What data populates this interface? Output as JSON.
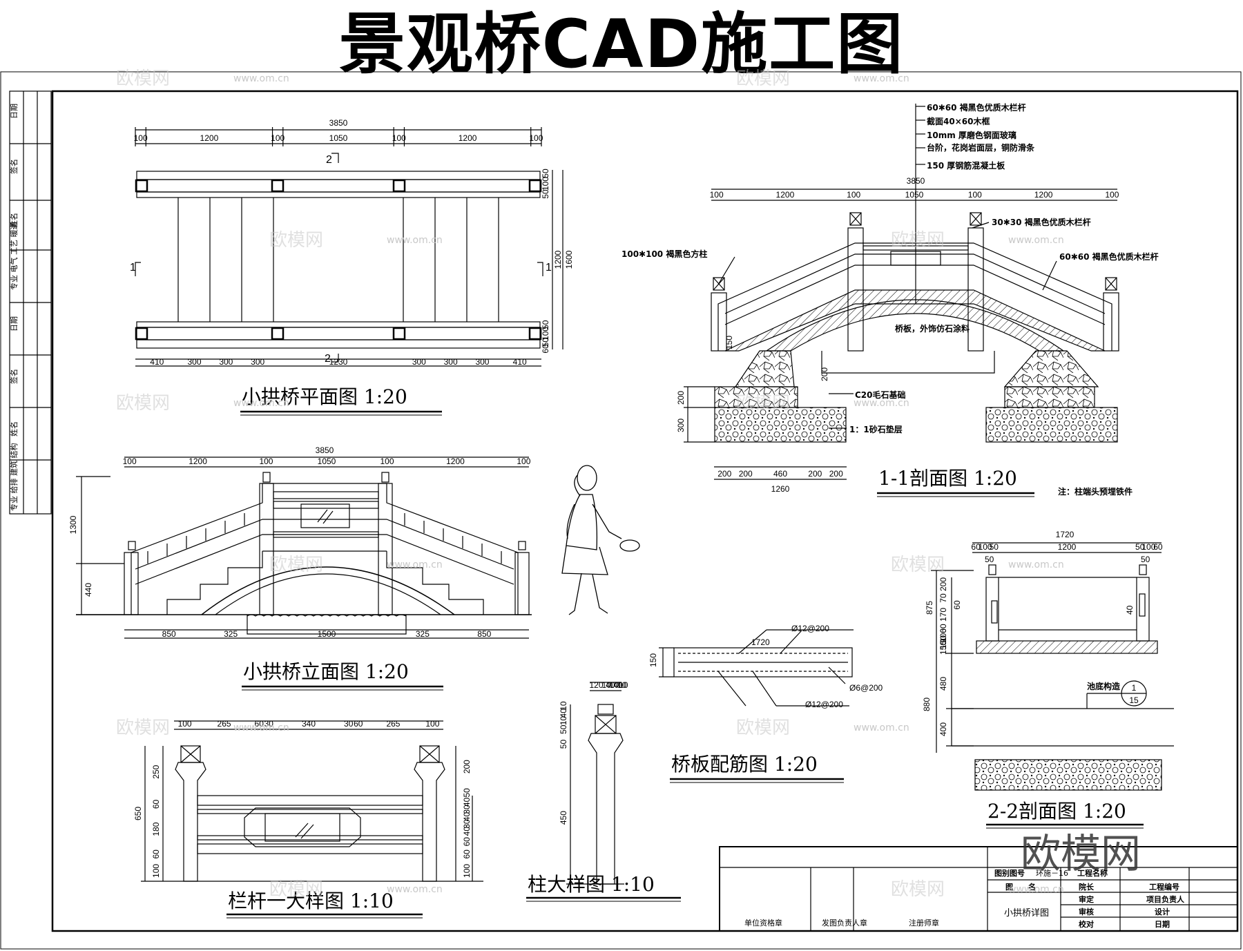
{
  "title": "景观桥CAD施工图",
  "drawings": {
    "plan": {
      "title": "小拱桥平面图 1:20",
      "total": "3850",
      "top_dims": [
        "100",
        "1200",
        "100",
        "1050",
        "100",
        "1200",
        "100"
      ],
      "bottom_dims": [
        "410",
        "300",
        "300",
        "300",
        "1230",
        "300",
        "300",
        "300",
        "410"
      ],
      "right_dims": [
        "50",
        "100",
        "50",
        "1200",
        "1600",
        "50",
        "100",
        "50",
        "60"
      ],
      "section_marks": [
        "2",
        "2",
        "1",
        "1"
      ]
    },
    "elevation": {
      "title": "小拱桥立面图 1:20",
      "total": "3850",
      "top_dims": [
        "100",
        "1200",
        "100",
        "1050",
        "100",
        "1200",
        "100"
      ],
      "bottom_dims": [
        "850",
        "325",
        "1500",
        "325",
        "850"
      ],
      "left_dims": [
        "1300",
        "440"
      ]
    },
    "section11": {
      "title": "1-1剖面图 1:20",
      "total": "3850",
      "top_dims": [
        "100",
        "1200",
        "100",
        "1050",
        "100",
        "1200",
        "100"
      ],
      "bottom_dims": [
        "200",
        "200",
        "460",
        "200",
        "200"
      ],
      "bottom_total": "1260",
      "left_dims": [
        "200",
        "300"
      ],
      "dims_inner": [
        "150",
        "200"
      ],
      "leaders": [
        "60✱60 褐黑色优质木栏杆",
        "截面40×60木框",
        "10mm 厚磨色钢面玻璃",
        "台阶，花岗岩面层，铜防滑条",
        "150 厚钢筋混凝土板"
      ],
      "labels": {
        "post": "100✱100 褐黑色方柱",
        "rail30": "30✱30 褐黑色优质木栏杆",
        "rail60": "60✱60 褐黑色优质木栏杆",
        "deck": "桥板，外饰仿石涂料",
        "c20": "C20毛石基础",
        "sand": "1：1砂石垫层"
      },
      "note": "注：柱端头预埋铁件"
    },
    "section22": {
      "title": "2-2剖面图 1:20",
      "total": "1720",
      "top_dims": [
        "60",
        "100",
        "50",
        "1200",
        "50",
        "100",
        "60"
      ],
      "left_dims": [
        "875",
        "880",
        "480",
        "400",
        "150",
        "170",
        "60",
        "200",
        "100",
        "60",
        "70",
        "150"
      ],
      "sub_dims": [
        "50",
        "50",
        "40"
      ],
      "label": "池底构造",
      "detail_ref": {
        "num": "1",
        "sheet": "15"
      }
    },
    "slab": {
      "title": "桥板配筋图 1:20",
      "dim_len": "1720",
      "dim_thk": "150",
      "rebar_top": "Ø12@200",
      "rebar_mid": "Ø6@200",
      "rebar_bot": "Ø12@200"
    },
    "railing": {
      "title": "栏杆一大样图 1:10",
      "top_dims": [
        "100",
        "265",
        "60",
        "30",
        "340",
        "30",
        "60",
        "265",
        "100"
      ],
      "left_dims": [
        "650",
        "250",
        "60",
        "180",
        "60",
        "100"
      ],
      "right_dims": [
        "200",
        "50",
        "40",
        "30",
        "40",
        "30",
        "40",
        "60",
        "60",
        "100"
      ]
    },
    "post": {
      "title": "柱大样图 1:10",
      "top_dims": [
        "120",
        "10",
        "40",
        "10",
        "40",
        "10",
        "10"
      ],
      "left_dims": [
        "10",
        "40",
        "10",
        "50",
        "50",
        "450"
      ]
    }
  },
  "title_block": {
    "brand": "欧模网",
    "drawing_no_label": "图别图号",
    "drawing_no": "环施－16",
    "project_name_label": "工程名称",
    "drawing_name_label": "图　　名",
    "drawing_name": "小拱桥详图",
    "roles": [
      "院长",
      "审定",
      "审核",
      "校对"
    ],
    "roles2": [
      "工程编号",
      "项目负责人",
      "设计",
      "日期"
    ],
    "seals": [
      "单位资格章",
      "注册师章",
      "发图负责人章"
    ]
  },
  "sidebar": {
    "labels": [
      "日期",
      "签名",
      "姓名",
      "专业 电气 工艺 暖通",
      "日期",
      "签名",
      "姓名",
      "专业 给排 建筑 结构"
    ]
  },
  "watermark": {
    "text": "欧模网",
    "url": "www.om.cn"
  }
}
